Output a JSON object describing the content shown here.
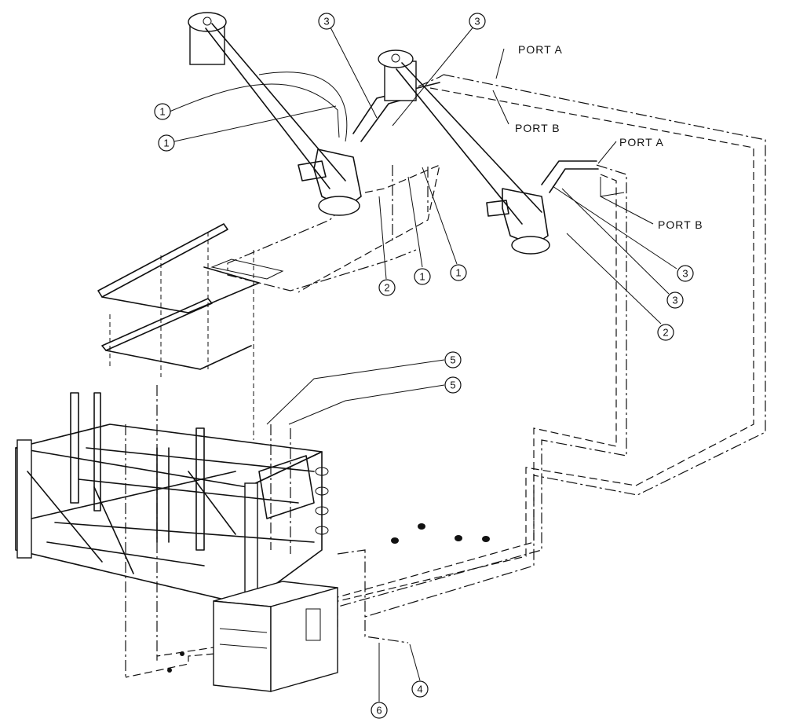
{
  "ports": {
    "upper_port_a": "PORT A",
    "upper_port_b": "PORT B",
    "right_port_a": "PORT A",
    "right_port_b": "PORT B"
  },
  "callouts": {
    "c1a": "1",
    "c1b": "1",
    "c1c": "1",
    "c1d": "1",
    "c2a": "2",
    "c2b": "2",
    "c3a": "3",
    "c3b": "3",
    "c3c": "3",
    "c3d": "3",
    "c4": "4",
    "c5a": "5",
    "c5b": "5",
    "c6": "6"
  }
}
